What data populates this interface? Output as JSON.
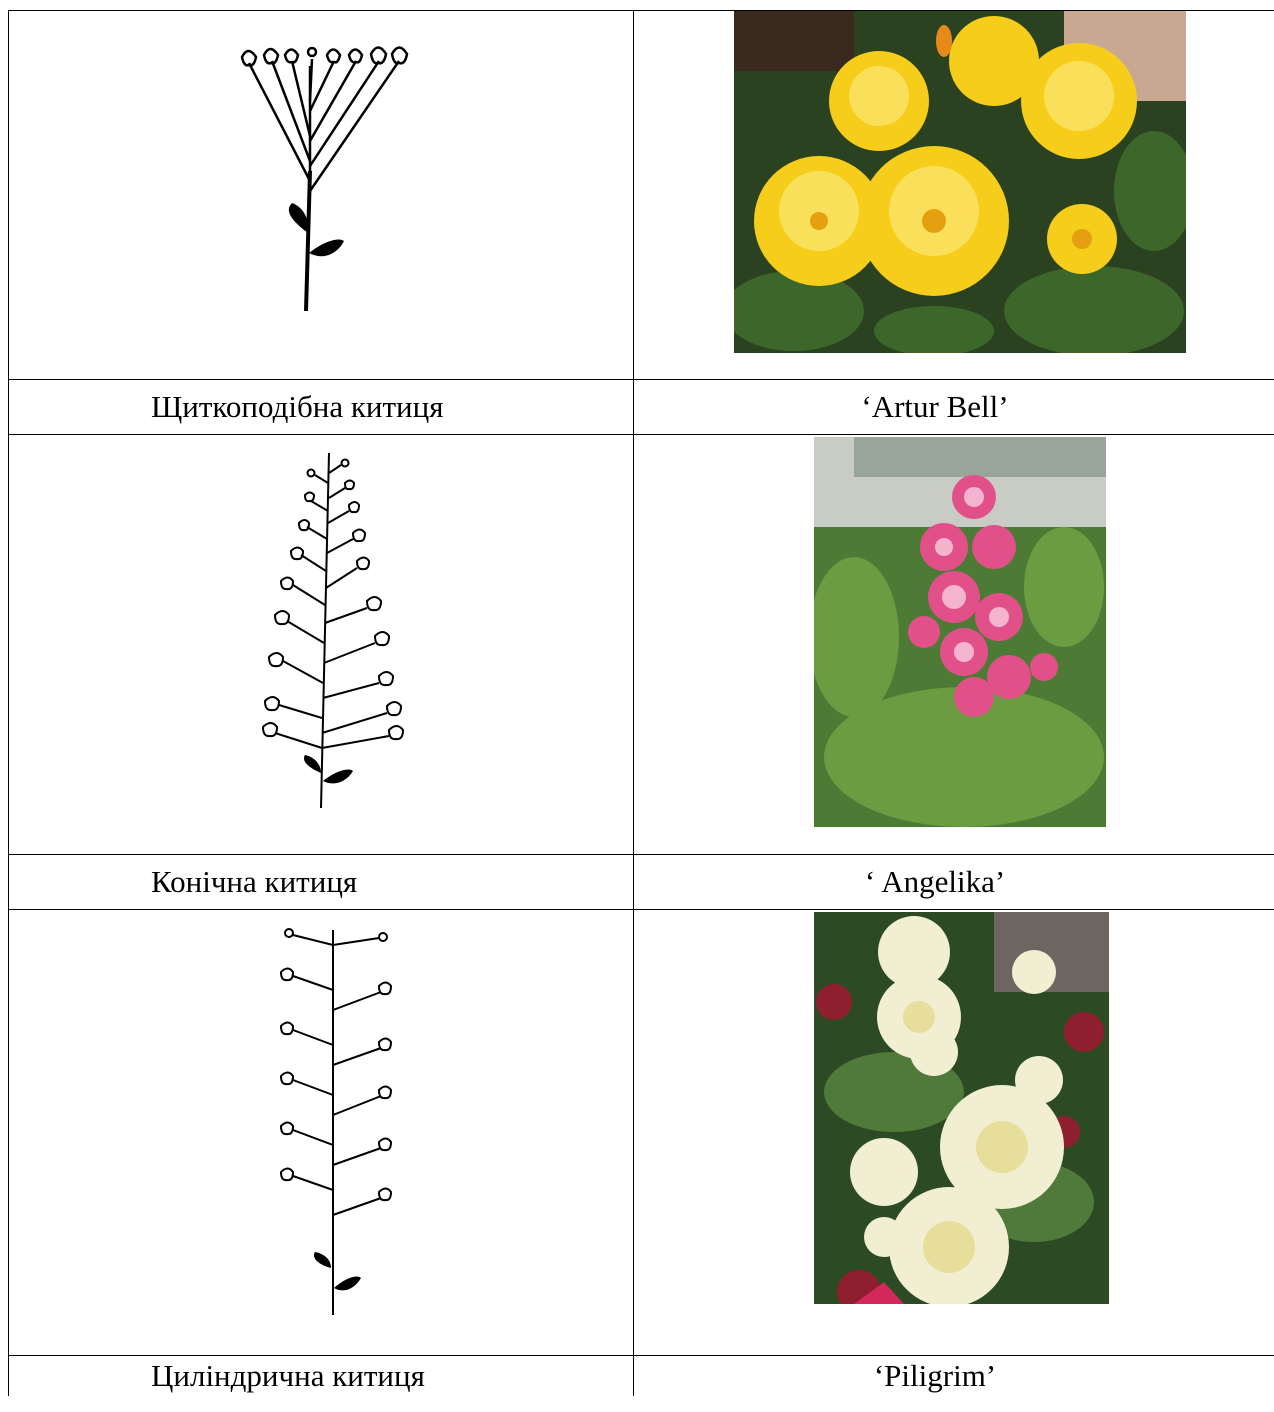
{
  "rows": [
    {
      "diagram_icon": "corymb-raceme-diagram-icon",
      "caption": "Щиткоподібна китиця",
      "variety": "‘Artur Bell’",
      "photo_colors": {
        "flower": "#f6d21c",
        "foliage": "#2d4a22"
      }
    },
    {
      "diagram_icon": "conical-raceme-diagram-icon",
      "caption": "Конічна китиця",
      "variety": "‘ Angelika’",
      "photo_colors": {
        "flower": "#e0508a",
        "foliage": "#4a7a32"
      }
    },
    {
      "diagram_icon": "cylindrical-raceme-diagram-icon",
      "caption": "Циліндрична китиця",
      "variety": "‘Piligrim’",
      "photo_colors": {
        "flower": "#f3f0d2",
        "foliage": "#2f4f26"
      }
    }
  ]
}
